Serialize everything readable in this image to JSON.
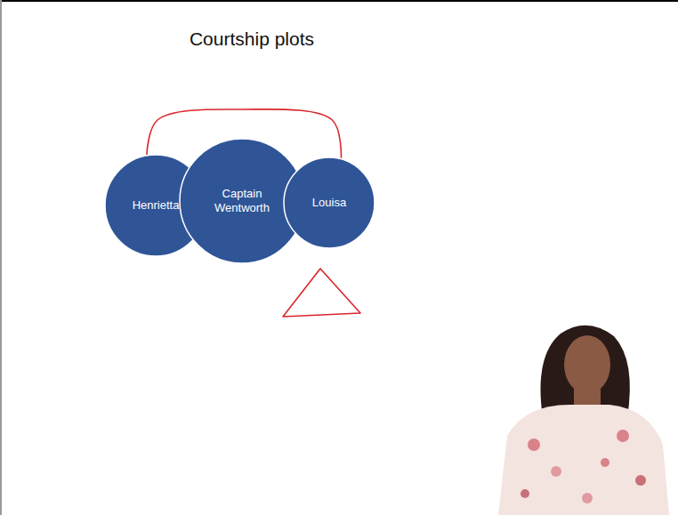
{
  "diagram": {
    "title": "Courtship plots",
    "nodes": [
      {
        "text": [
          "Henrietta"
        ]
      },
      {
        "text": [
          "Captain Wentworth"
        ]
      },
      {
        "text": [
          "Louisa"
        ]
      }
    ],
    "edges": [
      {
        "from": 0,
        "to": 2,
        "arrow": "none"
      }
    ]
  }
}
